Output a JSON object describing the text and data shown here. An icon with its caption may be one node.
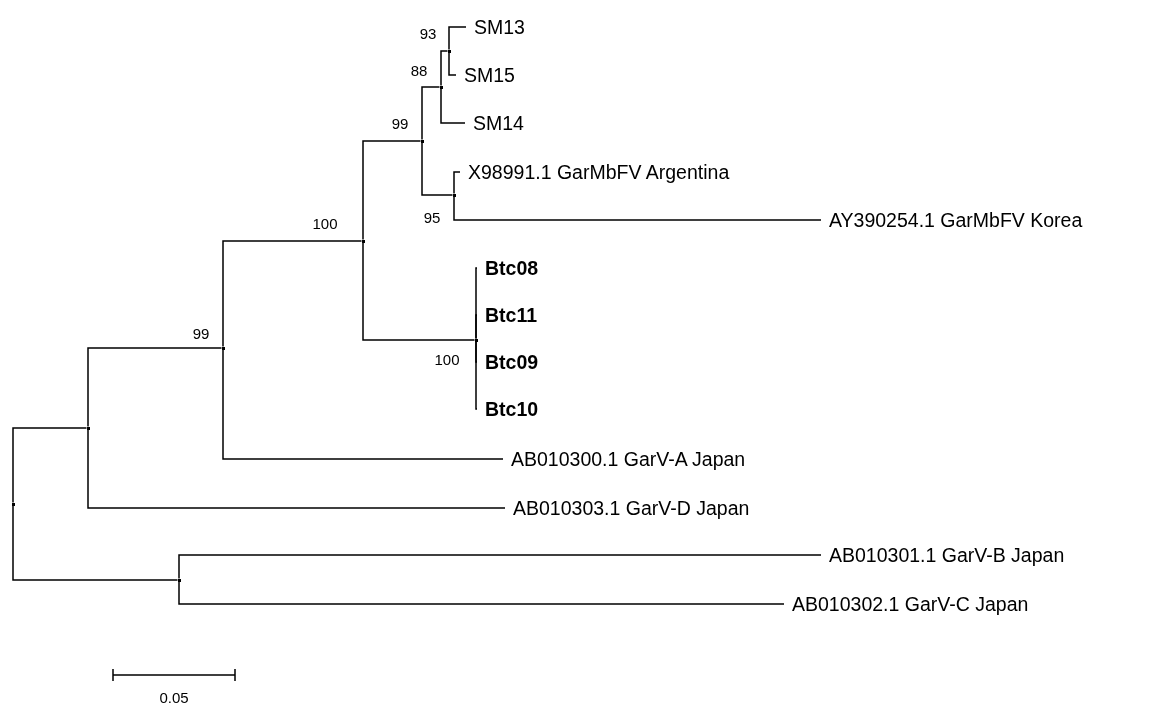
{
  "diagram": {
    "nodes": [
      {
        "text": [
          "SM13"
        ]
      },
      {
        "text": [
          "SM15"
        ]
      },
      {
        "text": [
          "SM14"
        ]
      },
      {
        "text": [
          "X98991.1 GarMbFV Argentina"
        ]
      },
      {
        "text": [
          "AY390254.1 GarMbFV Korea"
        ]
      },
      {
        "text": [
          "Btc08"
        ]
      },
      {
        "text": [
          "Btc11"
        ]
      },
      {
        "text": [
          "Btc09"
        ]
      },
      {
        "text": [
          "Btc10"
        ]
      },
      {
        "text": [
          "AB010300.1 GarV-A Japan"
        ]
      },
      {
        "text": [
          "AB010303.1 GarV-D Japan"
        ]
      },
      {
        "text": [
          "AB010301.1 GarV-B Japan"
        ]
      },
      {
        "text": [
          "AB010302.1 GarV-C Japan"
        ]
      },
      {
        "text": [],
        "shape": "point"
      },
      {
        "text": [],
        "shape": "point"
      },
      {
        "text": [],
        "shape": "point"
      },
      {
        "text": [],
        "shape": "point",
        "beside": [
          "99"
        ]
      },
      {
        "text": [],
        "shape": "point",
        "beside": [
          "100"
        ]
      },
      {
        "text": [],
        "shape": "point",
        "beside": [
          "99"
        ]
      },
      {
        "text": [],
        "shape": "point",
        "beside": [
          "88"
        ]
      },
      {
        "text": [],
        "shape": "point",
        "beside": [
          "93"
        ]
      },
      {
        "text": [],
        "shape": "point",
        "beside": [
          "95"
        ]
      },
      {
        "text": [],
        "shape": "point",
        "beside": [
          "100"
        ]
      }
    ],
    "edges": [
      {
        "from": 13,
        "to": 14,
        "arrow": "none"
      },
      {
        "from": 13,
        "to": 15,
        "arrow": "none"
      },
      {
        "from": 14,
        "to": 16,
        "arrow": "none"
      },
      {
        "from": 14,
        "to": 10,
        "arrow": "none"
      },
      {
        "from": 16,
        "to": 17,
        "arrow": "none"
      },
      {
        "from": 16,
        "to": 9,
        "arrow": "none"
      },
      {
        "from": 17,
        "to": 18,
        "arrow": "none"
      },
      {
        "from": 17,
        "to": 22,
        "arrow": "none"
      },
      {
        "from": 18,
        "to": 19,
        "arrow": "none"
      },
      {
        "from": 18,
        "to": 21,
        "arrow": "none"
      },
      {
        "from": 19,
        "to": 20,
        "arrow": "none"
      },
      {
        "from": 19,
        "to": 2,
        "arrow": "none"
      },
      {
        "from": 20,
        "to": 0,
        "arrow": "none"
      },
      {
        "from": 20,
        "to": 1,
        "arrow": "none"
      },
      {
        "from": 21,
        "to": 3,
        "arrow": "none"
      },
      {
        "from": 21,
        "to": 4,
        "arrow": "none"
      },
      {
        "from": 22,
        "to": 5,
        "arrow": "none"
      },
      {
        "from": 22,
        "to": 6,
        "arrow": "none"
      },
      {
        "from": 22,
        "to": 7,
        "arrow": "none"
      },
      {
        "from": 22,
        "to": 8,
        "arrow": "none"
      },
      {
        "from": 15,
        "to": 11,
        "arrow": "none"
      },
      {
        "from": 15,
        "to": 12,
        "arrow": "none"
      }
    ],
    "labels": [
      "0.05"
    ]
  }
}
